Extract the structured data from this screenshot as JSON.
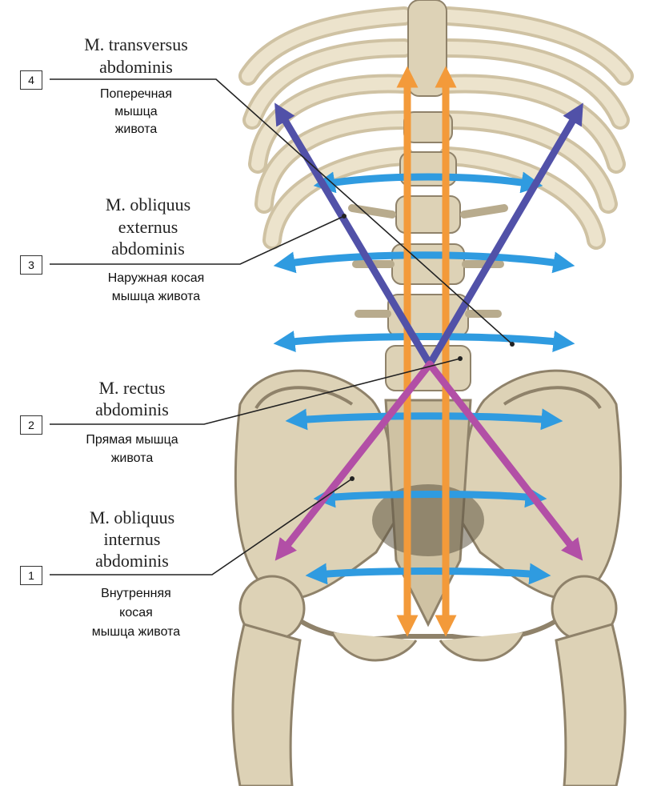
{
  "colors": {
    "bone": "#ddd2b6",
    "bone_shadow": "#8f826a",
    "transversus_arrow": "#2f9be0",
    "rectus_arrow": "#f39a3a",
    "obliquus_externus_arrow": "#5151a8",
    "obliquus_internus_arrow": "#b24fa6"
  },
  "icons": [
    "rib-cage",
    "lumbar-spine",
    "pelvis",
    "femur"
  ],
  "labels": {
    "l4": {
      "number": "4",
      "latin": [
        "M. transversus",
        "abdominis"
      ],
      "russian": [
        "Поперечная",
        "мышца",
        "живота"
      ]
    },
    "l3": {
      "number": "3",
      "latin": [
        "M. obliquus",
        "externus",
        "abdominis"
      ],
      "russian": [
        "Наружная косая",
        "мышца живота"
      ]
    },
    "l2": {
      "number": "2",
      "latin": [
        "M. rectus",
        "abdominis"
      ],
      "russian": [
        "Прямая мышца",
        "живота"
      ]
    },
    "l1": {
      "number": "1",
      "latin": [
        "M. obliquus",
        "internus",
        "abdominis"
      ],
      "russian": [
        "Внутренняя",
        "косая",
        "мышца живота"
      ]
    }
  }
}
